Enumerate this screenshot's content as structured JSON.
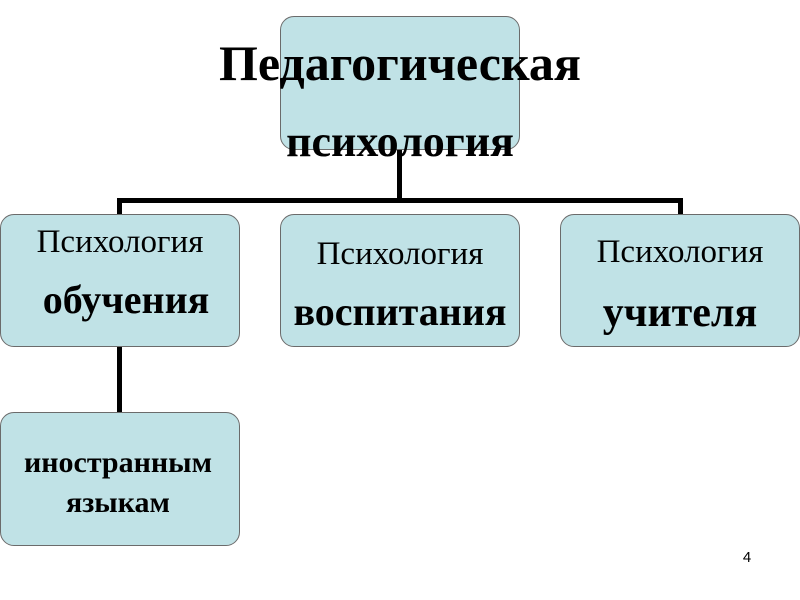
{
  "root": {
    "title_line1": "Педагогическая",
    "title_line2": "психология"
  },
  "children": [
    {
      "line1": "Психология",
      "line2": "обучения"
    },
    {
      "line1": "Психология",
      "line2": "воспитания"
    },
    {
      "line1": "Психология",
      "line2": "учителя"
    }
  ],
  "grandchild": {
    "line1": "иностранным",
    "line2": "языкам"
  },
  "page_number": "4",
  "colors": {
    "box_fill": "#c0e2e6",
    "box_border": "#6b6b6b",
    "connector": "#000000"
  }
}
